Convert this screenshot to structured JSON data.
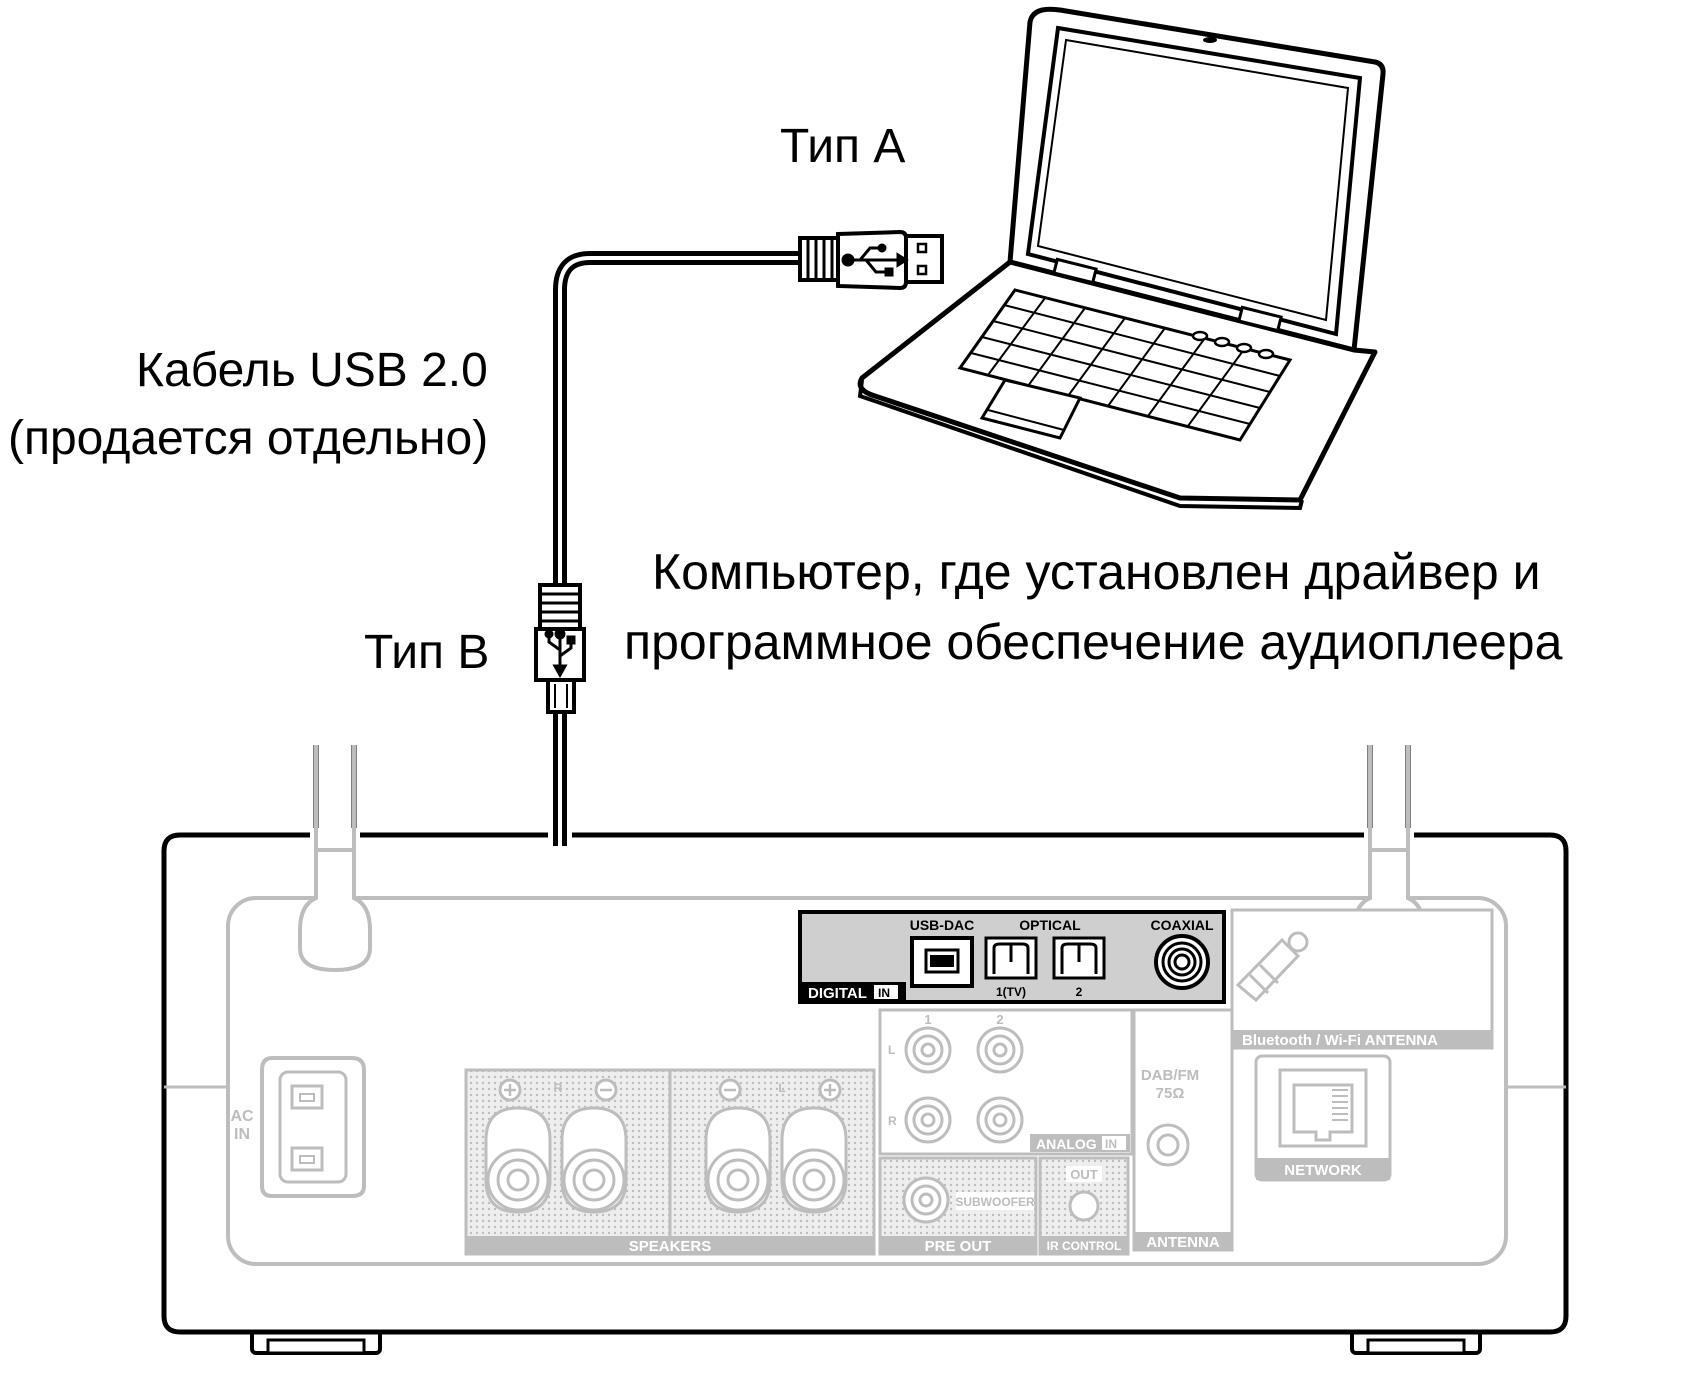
{
  "labels": {
    "type_a": "Тип A",
    "type_b": "Тип B",
    "cable_line1": "Кабель USB 2.0",
    "cable_line2": "(продается отдельно)",
    "computer_line1": "Компьютер, где установлен драйвер и",
    "computer_line2": "программное обеспечение аудиоплеера"
  },
  "panel": {
    "usb_dac": "USB-DAC",
    "optical": "OPTICAL",
    "coaxial": "COAXIAL",
    "optical_1": "1(TV)",
    "optical_2": "2",
    "digital": "DIGITAL",
    "in": "IN",
    "antenna_bt": "Bluetooth / Wi-Fi ANTENNA",
    "analog": "ANALOG",
    "analog_1": "1",
    "analog_2": "2",
    "ch_l": "L",
    "ch_r": "R",
    "dab_fm": "DAB/FM",
    "ohm": "75Ω",
    "network": "NETWORK",
    "ac_in_1": "AC",
    "ac_in_2": "IN",
    "speakers": "SPEAKERS",
    "spk_r": "R",
    "spk_l": "L",
    "pre_out": "PRE OUT",
    "subwoofer": "SUBWOOFER",
    "out": "OUT",
    "ir_control": "IR CONTROL",
    "antenna": "ANTENNA"
  },
  "colors": {
    "line": "#000000",
    "faded": "#bdbdbd",
    "panel_dark": "#cfcfcf"
  },
  "icons": [
    "laptop-icon",
    "usb-type-a-plug-icon",
    "usb-type-b-plug-icon",
    "usb-trident-icon"
  ]
}
